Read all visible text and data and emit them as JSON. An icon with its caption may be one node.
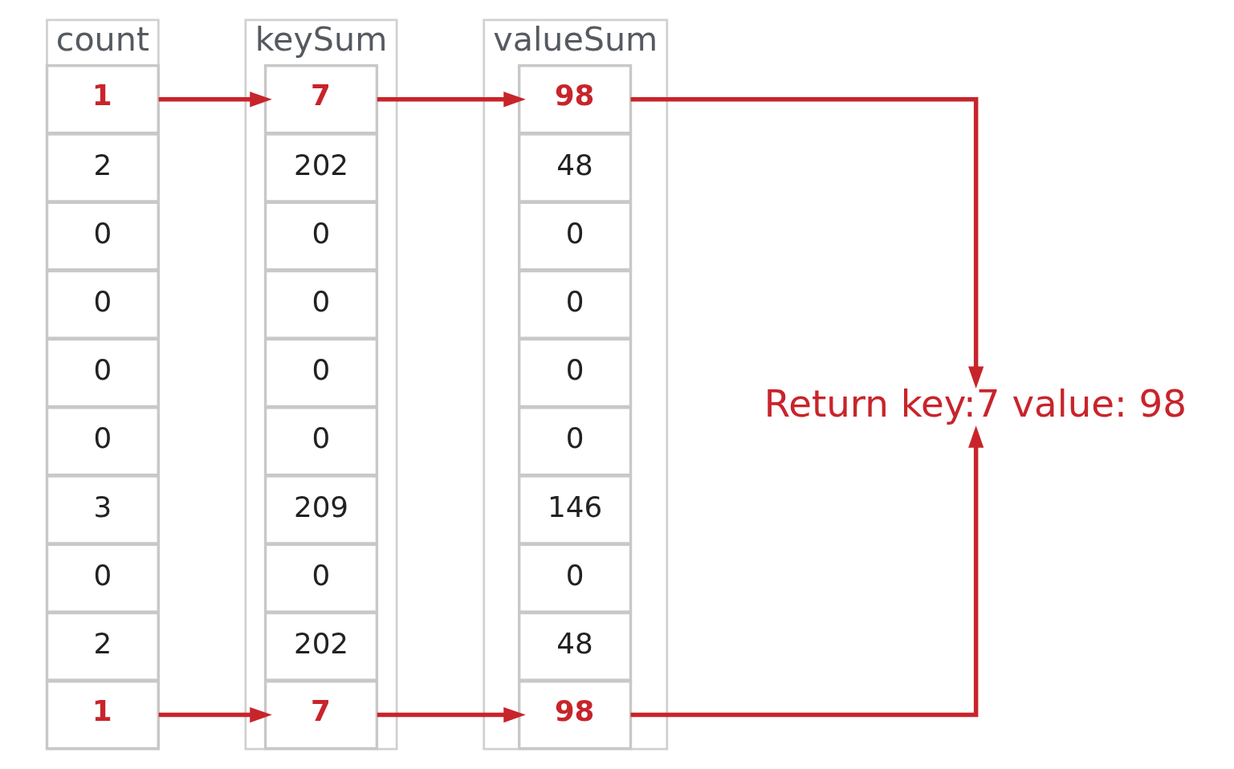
{
  "diagram": {
    "nodes": [
      {
        "text": [
          "count"
        ]
      },
      {
        "text": [
          "1"
        ],
        "in": 0
      },
      {
        "text": [
          "2"
        ],
        "in": 0
      },
      {
        "text": [
          "0"
        ],
        "in": 0
      },
      {
        "text": [
          "0"
        ],
        "in": 0
      },
      {
        "text": [
          "0"
        ],
        "in": 0
      },
      {
        "text": [
          "0"
        ],
        "in": 0
      },
      {
        "text": [
          "3"
        ],
        "in": 0
      },
      {
        "text": [
          "0"
        ],
        "in": 0
      },
      {
        "text": [
          "2"
        ],
        "in": 0
      },
      {
        "text": [
          "1"
        ],
        "in": 0
      },
      {
        "text": [
          "keySum"
        ]
      },
      {
        "text": [
          "7"
        ],
        "in": 11
      },
      {
        "text": [
          "202"
        ],
        "in": 11
      },
      {
        "text": [
          "0"
        ],
        "in": 11
      },
      {
        "text": [
          "0"
        ],
        "in": 11
      },
      {
        "text": [
          "0"
        ],
        "in": 11
      },
      {
        "text": [
          "0"
        ],
        "in": 11
      },
      {
        "text": [
          "209"
        ],
        "in": 11
      },
      {
        "text": [
          "0"
        ],
        "in": 11
      },
      {
        "text": [
          "202"
        ],
        "in": 11
      },
      {
        "text": [
          "7"
        ],
        "in": 11
      },
      {
        "text": [
          "valueSum"
        ]
      },
      {
        "text": [
          "98"
        ],
        "in": 22
      },
      {
        "text": [
          "48"
        ],
        "in": 22
      },
      {
        "text": [
          "0"
        ],
        "in": 22
      },
      {
        "text": [
          "0"
        ],
        "in": 22
      },
      {
        "text": [
          "0"
        ],
        "in": 22
      },
      {
        "text": [
          "0"
        ],
        "in": 22
      },
      {
        "text": [
          "146"
        ],
        "in": 22
      },
      {
        "text": [
          "0"
        ],
        "in": 22
      },
      {
        "text": [
          "48"
        ],
        "in": 22
      },
      {
        "text": [
          "98"
        ],
        "in": 22
      },
      {
        "text": [
          "Return key:7 value: 98"
        ]
      }
    ],
    "edges": [
      {
        "from": 1,
        "to": 12,
        "arrow": "to"
      },
      {
        "from": 12,
        "to": 23,
        "arrow": "to"
      },
      {
        "from": 10,
        "to": 21,
        "arrow": "to"
      },
      {
        "from": 21,
        "to": 32,
        "arrow": "to"
      },
      {
        "from": 23,
        "to": 33,
        "arrow": "to"
      },
      {
        "from": 32,
        "to": 33,
        "arrow": "to"
      }
    ]
  }
}
